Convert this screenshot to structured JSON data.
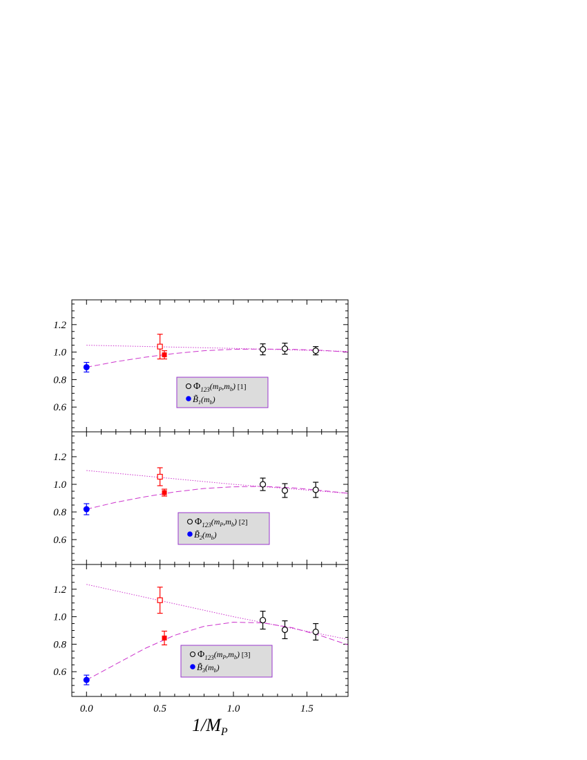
{
  "chart_data": {
    "type": "scatter",
    "xlabel": "1/M",
    "xlabel_sub": "P",
    "xlim": [
      -0.1,
      1.78
    ],
    "xticks": [
      "0.0",
      "0.5",
      "1.0",
      "1.5"
    ],
    "yticks": [
      "0.6",
      "0.8",
      "1.0",
      "1.2"
    ],
    "colors": {
      "black_open_circle": "#000000",
      "blue_filled_circle": "#0000ff",
      "red_open_square": "#ff0000",
      "red_filled_square": "#ff0000",
      "fit_lines": "#cc33cc",
      "legend_bg": "#dcdcdc",
      "legend_border": "#9933cc"
    },
    "panels": [
      {
        "ylim": [
          0.42,
          1.38
        ],
        "legend": {
          "line1_main": "Φ",
          "line1_sub": "123",
          "line1_args": "(m",
          "line1_arg1_sub": "P",
          "line1_mid": ",m",
          "line1_arg2_sub": "b",
          "line1_close": ")",
          "line1_ref": "[1]",
          "line2_main": "B̃",
          "line2_sub": "1",
          "line2_args": "(m",
          "line2_arg_sub": "b",
          "line2_close": ")"
        },
        "black_open_circles": [
          {
            "x": 1.2,
            "y": 1.02,
            "err": 0.04
          },
          {
            "x": 1.35,
            "y": 1.025,
            "err": 0.04
          },
          {
            "x": 1.56,
            "y": 1.01,
            "err": 0.03
          }
        ],
        "blue_filled_circle": {
          "x": 0.0,
          "y": 0.89,
          "err": 0.035
        },
        "red_open_square": {
          "x": 0.5,
          "y": 1.04,
          "err": 0.09
        },
        "red_filled_square": {
          "x": 0.53,
          "y": 0.98,
          "err": 0.03
        },
        "dotted_fit": [
          [
            0.0,
            1.05
          ],
          [
            1.0,
            1.027
          ],
          [
            1.78,
            1.005
          ]
        ],
        "dashed_fit": [
          [
            0.0,
            0.89
          ],
          [
            0.2,
            0.93
          ],
          [
            0.4,
            0.963
          ],
          [
            0.6,
            0.99
          ],
          [
            0.8,
            1.01
          ],
          [
            1.0,
            1.02
          ],
          [
            1.2,
            1.022
          ],
          [
            1.4,
            1.02
          ],
          [
            1.6,
            1.013
          ],
          [
            1.78,
            1.0
          ]
        ]
      },
      {
        "ylim": [
          0.42,
          1.38
        ],
        "legend": {
          "line1_main": "Φ",
          "line1_sub": "123",
          "line1_args": "(m",
          "line1_arg1_sub": "P",
          "line1_mid": ",m",
          "line1_arg2_sub": "b",
          "line1_close": ")",
          "line1_ref": "[2]",
          "line2_main": "B̃",
          "line2_sub": "2",
          "line2_args": "(m",
          "line2_arg_sub": "b",
          "line2_close": ")"
        },
        "black_open_circles": [
          {
            "x": 1.2,
            "y": 1.0,
            "err": 0.045
          },
          {
            "x": 1.35,
            "y": 0.955,
            "err": 0.05
          },
          {
            "x": 1.56,
            "y": 0.96,
            "err": 0.055
          }
        ],
        "blue_filled_circle": {
          "x": 0.0,
          "y": 0.82,
          "err": 0.04
        },
        "red_open_square": {
          "x": 0.5,
          "y": 1.055,
          "err": 0.065
        },
        "red_filled_square": {
          "x": 0.53,
          "y": 0.94,
          "err": 0.025
        },
        "dotted_fit": [
          [
            0.0,
            1.1
          ],
          [
            1.0,
            1.0
          ],
          [
            1.78,
            0.935
          ]
        ],
        "dashed_fit": [
          [
            0.0,
            0.82
          ],
          [
            0.2,
            0.87
          ],
          [
            0.4,
            0.91
          ],
          [
            0.6,
            0.945
          ],
          [
            0.8,
            0.97
          ],
          [
            1.0,
            0.982
          ],
          [
            1.2,
            0.985
          ],
          [
            1.4,
            0.975
          ],
          [
            1.6,
            0.955
          ],
          [
            1.78,
            0.935
          ]
        ]
      },
      {
        "ylim": [
          0.42,
          1.38
        ],
        "legend": {
          "line1_main": "Φ",
          "line1_sub": "123",
          "line1_args": "(m",
          "line1_arg1_sub": "P",
          "line1_mid": ",m",
          "line1_arg2_sub": "b",
          "line1_close": ")",
          "line1_ref": "[3]",
          "line2_main": "B̃",
          "line2_sub": "3",
          "line2_args": "(m",
          "line2_arg_sub": "b",
          "line2_close": ")"
        },
        "black_open_circles": [
          {
            "x": 1.2,
            "y": 0.975,
            "err": 0.065
          },
          {
            "x": 1.35,
            "y": 0.905,
            "err": 0.065
          },
          {
            "x": 1.56,
            "y": 0.89,
            "err": 0.06
          }
        ],
        "blue_filled_circle": {
          "x": 0.0,
          "y": 0.54,
          "err": 0.035
        },
        "red_open_square": {
          "x": 0.5,
          "y": 1.12,
          "err": 0.095
        },
        "red_filled_square": {
          "x": 0.53,
          "y": 0.845,
          "err": 0.05
        },
        "dotted_fit": [
          [
            0.0,
            1.235
          ],
          [
            1.0,
            1.0
          ],
          [
            1.78,
            0.835
          ]
        ],
        "dashed_fit": [
          [
            0.0,
            0.54
          ],
          [
            0.2,
            0.655
          ],
          [
            0.4,
            0.77
          ],
          [
            0.6,
            0.865
          ],
          [
            0.8,
            0.93
          ],
          [
            1.0,
            0.96
          ],
          [
            1.2,
            0.955
          ],
          [
            1.4,
            0.92
          ],
          [
            1.6,
            0.86
          ],
          [
            1.78,
            0.795
          ]
        ]
      }
    ]
  }
}
